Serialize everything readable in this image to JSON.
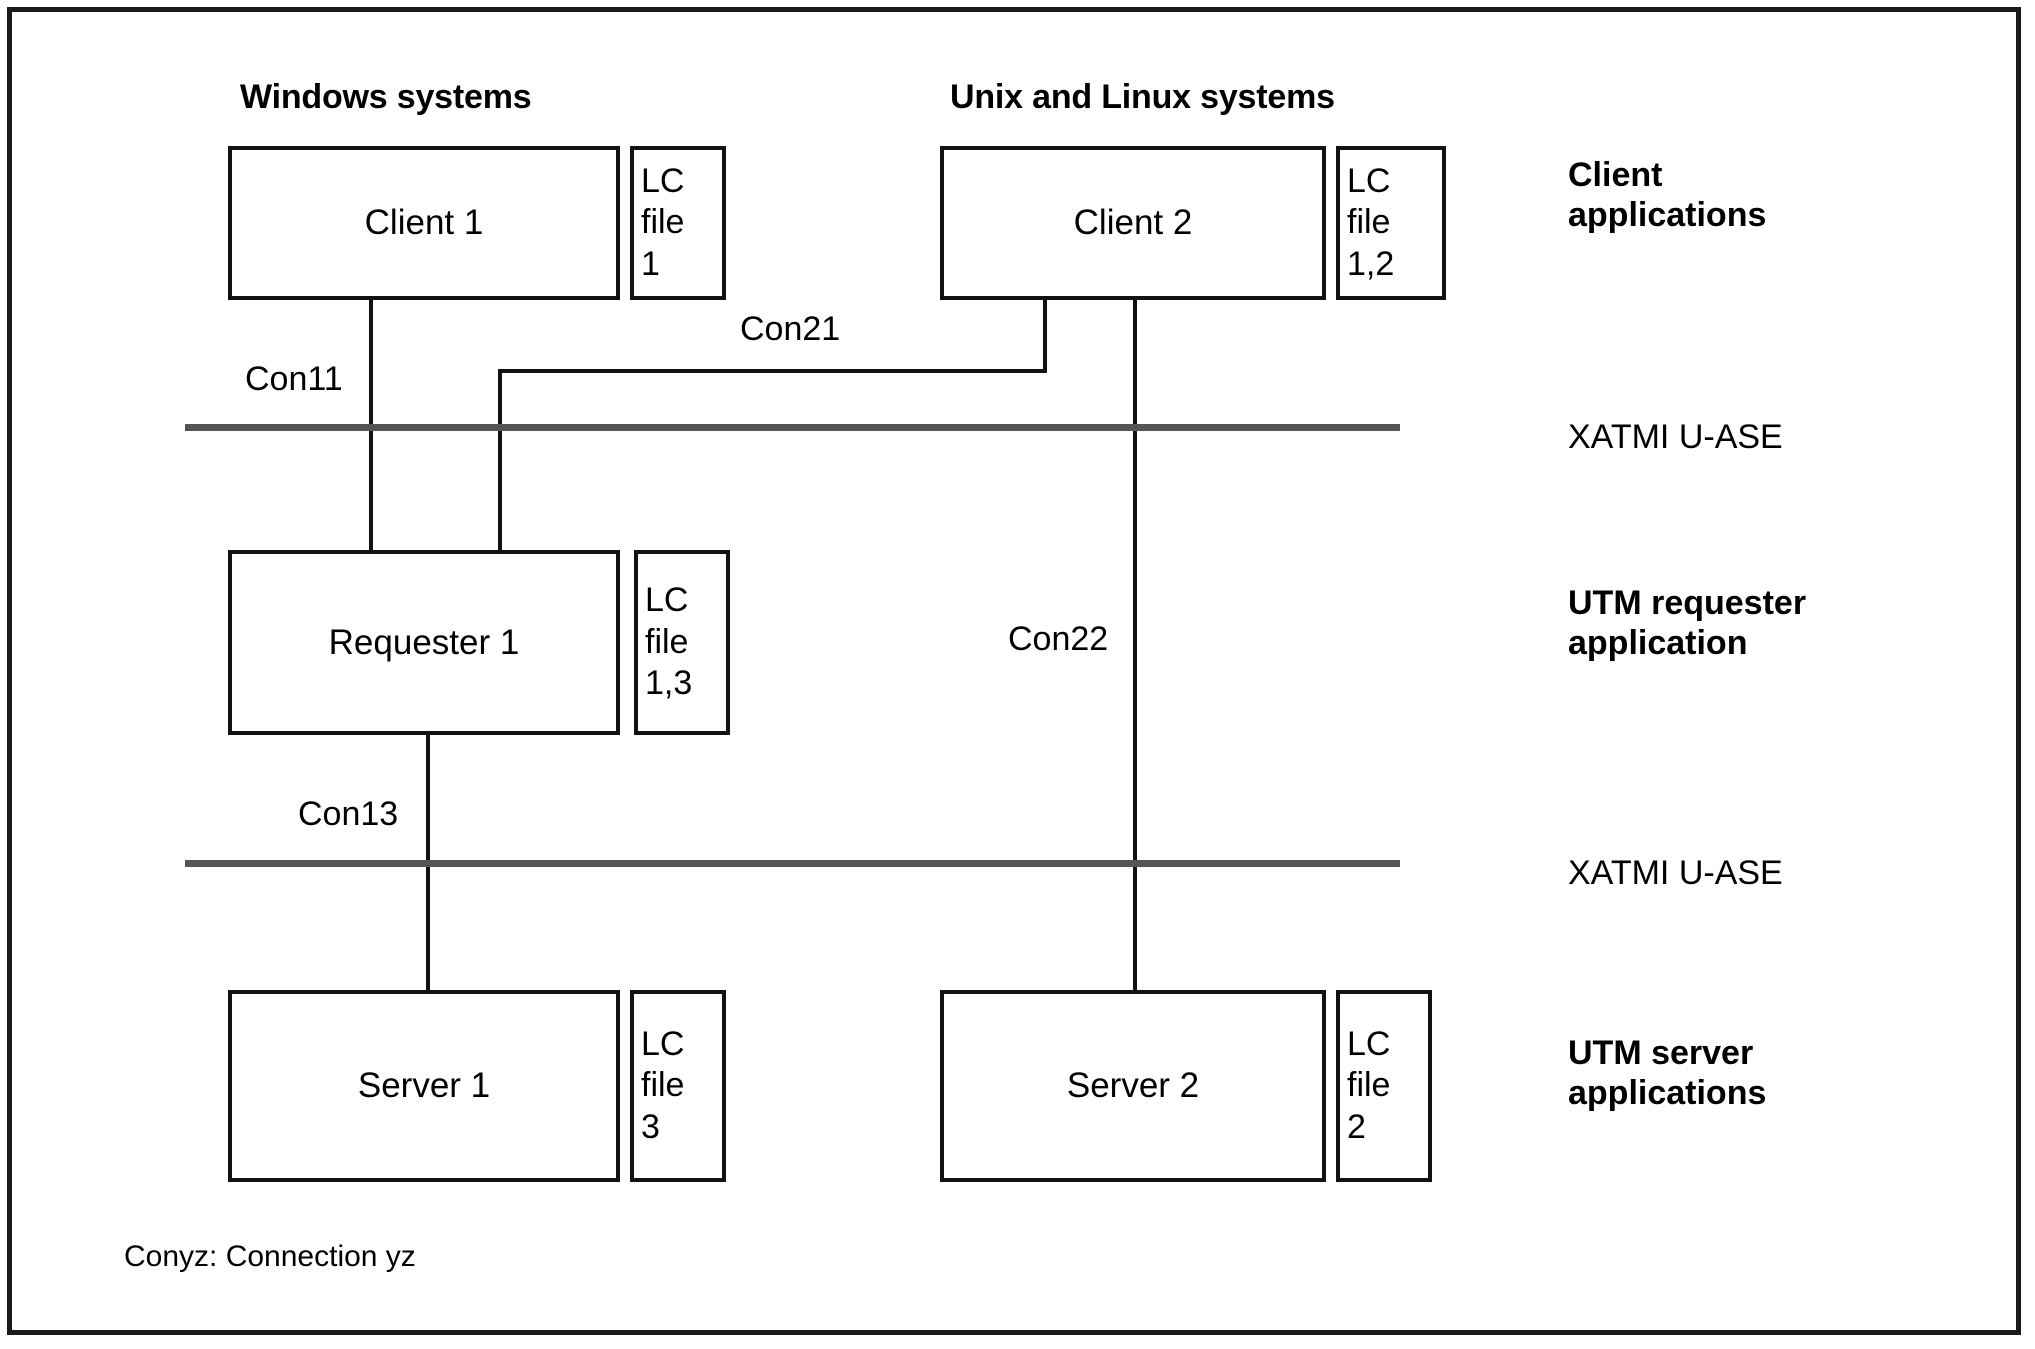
{
  "diagram": {
    "footnote": "Conyz: Connection yz",
    "group_titles": [
      {
        "text": "Windows systems"
      },
      {
        "text": "Unix and Linux systems"
      }
    ],
    "tier_labels": [
      {
        "line1": "Client",
        "line2": "applications"
      },
      {
        "line1": "UTM requester",
        "line2": "application"
      },
      {
        "line1": "UTM server",
        "line2": "applications"
      }
    ],
    "separators": [
      {
        "label": "XATMI U-ASE"
      },
      {
        "label": "XATMI U-ASE"
      }
    ],
    "nodes": [
      {
        "name": "Client 1",
        "lc": {
          "l1": "LC",
          "l2": "file",
          "l3": "1"
        }
      },
      {
        "name": "Client 2",
        "lc": {
          "l1": "LC",
          "l2": "file",
          "l3": "1,2"
        }
      },
      {
        "name": "Requester 1",
        "lc": {
          "l1": "LC",
          "l2": "file",
          "l3": "1,3"
        }
      },
      {
        "name": "Server 1",
        "lc": {
          "l1": "LC",
          "l2": "file",
          "l3": "3"
        }
      },
      {
        "name": "Server 2",
        "lc": {
          "l1": "LC",
          "l2": "file",
          "l3": "2"
        }
      }
    ],
    "connections": [
      {
        "id": "Con11",
        "from": "Client 1",
        "to": "Requester 1"
      },
      {
        "id": "Con21",
        "from": "Client 2",
        "to": "Requester 1"
      },
      {
        "id": "Con13",
        "from": "Requester 1",
        "to": "Server 1"
      },
      {
        "id": "Con22",
        "from": "Client 2",
        "to": "Server 2"
      }
    ],
    "colors": {
      "stroke": "#121212",
      "separator": "#555555",
      "frame": "#1a1a1a",
      "background": "#ffffff"
    }
  }
}
